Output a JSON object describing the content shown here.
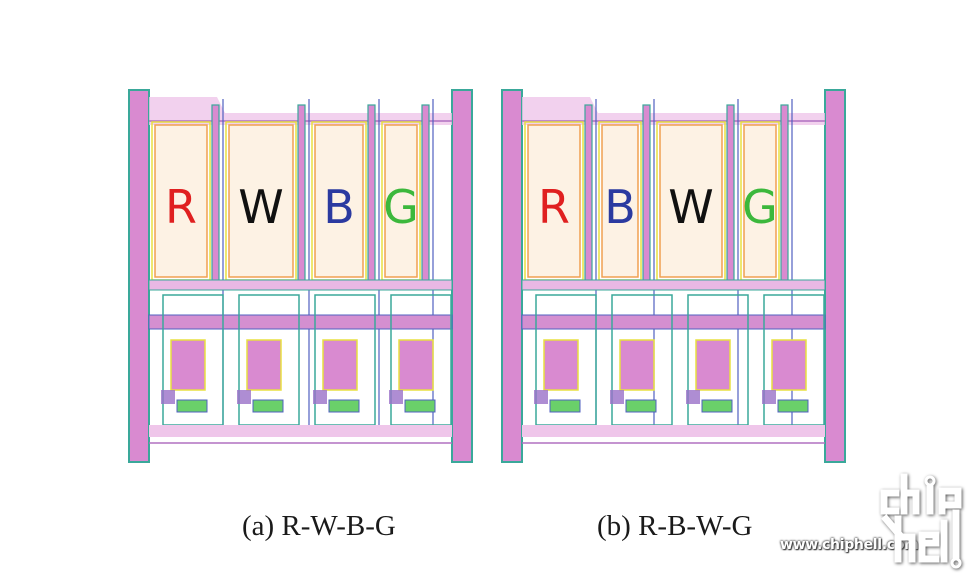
{
  "figure": {
    "panels": [
      {
        "id": "a",
        "caption": "(a) R-W-B-G",
        "subpixels": [
          {
            "label": "R",
            "color": "#e02020"
          },
          {
            "label": "W",
            "color": "#111111"
          },
          {
            "label": "B",
            "color": "#2b3aa0"
          },
          {
            "label": "G",
            "color": "#3cb83c"
          }
        ]
      },
      {
        "id": "b",
        "caption": "(b) R-B-W-G",
        "subpixels": [
          {
            "label": "R",
            "color": "#e02020"
          },
          {
            "label": "B",
            "color": "#2b3aa0"
          },
          {
            "label": "W",
            "color": "#111111"
          },
          {
            "label": "G",
            "color": "#3cb83c"
          }
        ]
      }
    ],
    "layer_colors": {
      "metal_pink": "#d98ad0",
      "outline_teal": "#3aa89a",
      "outline_yellow": "#e8e040",
      "outline_orange": "#f0a050",
      "outline_blue": "#5060c0",
      "fill_cream": "#fdf2e4",
      "green_pad": "#6ad06a"
    }
  },
  "watermark": {
    "url": "www.chiphell.com",
    "logo_top": "chip",
    "logo_bottom": "hell"
  }
}
